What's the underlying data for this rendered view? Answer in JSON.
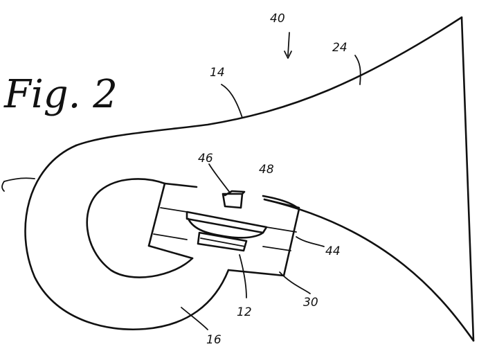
{
  "figure": {
    "title": "Fig. 2",
    "labels": {
      "l40": "40",
      "l24": "24",
      "l14": "14",
      "l46": "46",
      "l48": "48",
      "l44": "44",
      "l30": "30",
      "l12": "12",
      "l16": "16"
    }
  }
}
